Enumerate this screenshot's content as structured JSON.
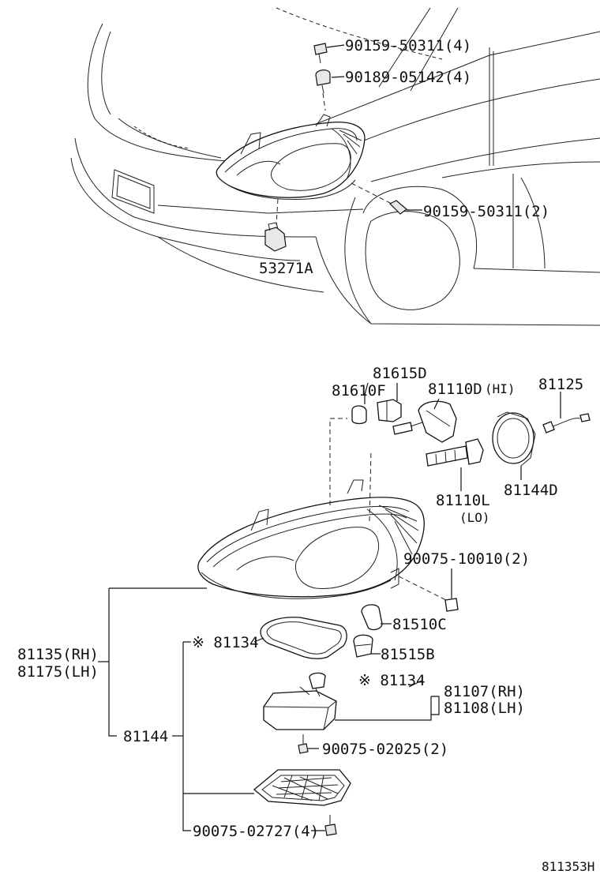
{
  "labels": {
    "clip_top": "90159-50311(4)",
    "clip_nut": "90189-05142(4)",
    "screw_side": "90159-50311(2)",
    "adjuster": "53271A",
    "socket_small": "81615D",
    "bulb_small": "81610F",
    "bulb_hi": "81110D",
    "bulb_hi_suffix": "(HI)",
    "cap": "81125",
    "cover": "81144D",
    "bulb_lo": "81110L",
    "bulb_lo_suffix": "(LO)",
    "bolt": "90075-10010(2)",
    "bulb_amber": "81510C",
    "socket_amber": "81515B",
    "gasket": "※ 81134",
    "gasket2": "※ 81134",
    "ballast_rh": "81107(RH)",
    "ballast_lh": "81108(LH)",
    "unit_rh": "81135(RH)",
    "unit_lh": "81175(LH)",
    "unit_sub": "81144",
    "screw_ballast": "90075-02025(2)",
    "screw_bottom": "90075-02727(4)",
    "diagram_id": "811353H"
  }
}
